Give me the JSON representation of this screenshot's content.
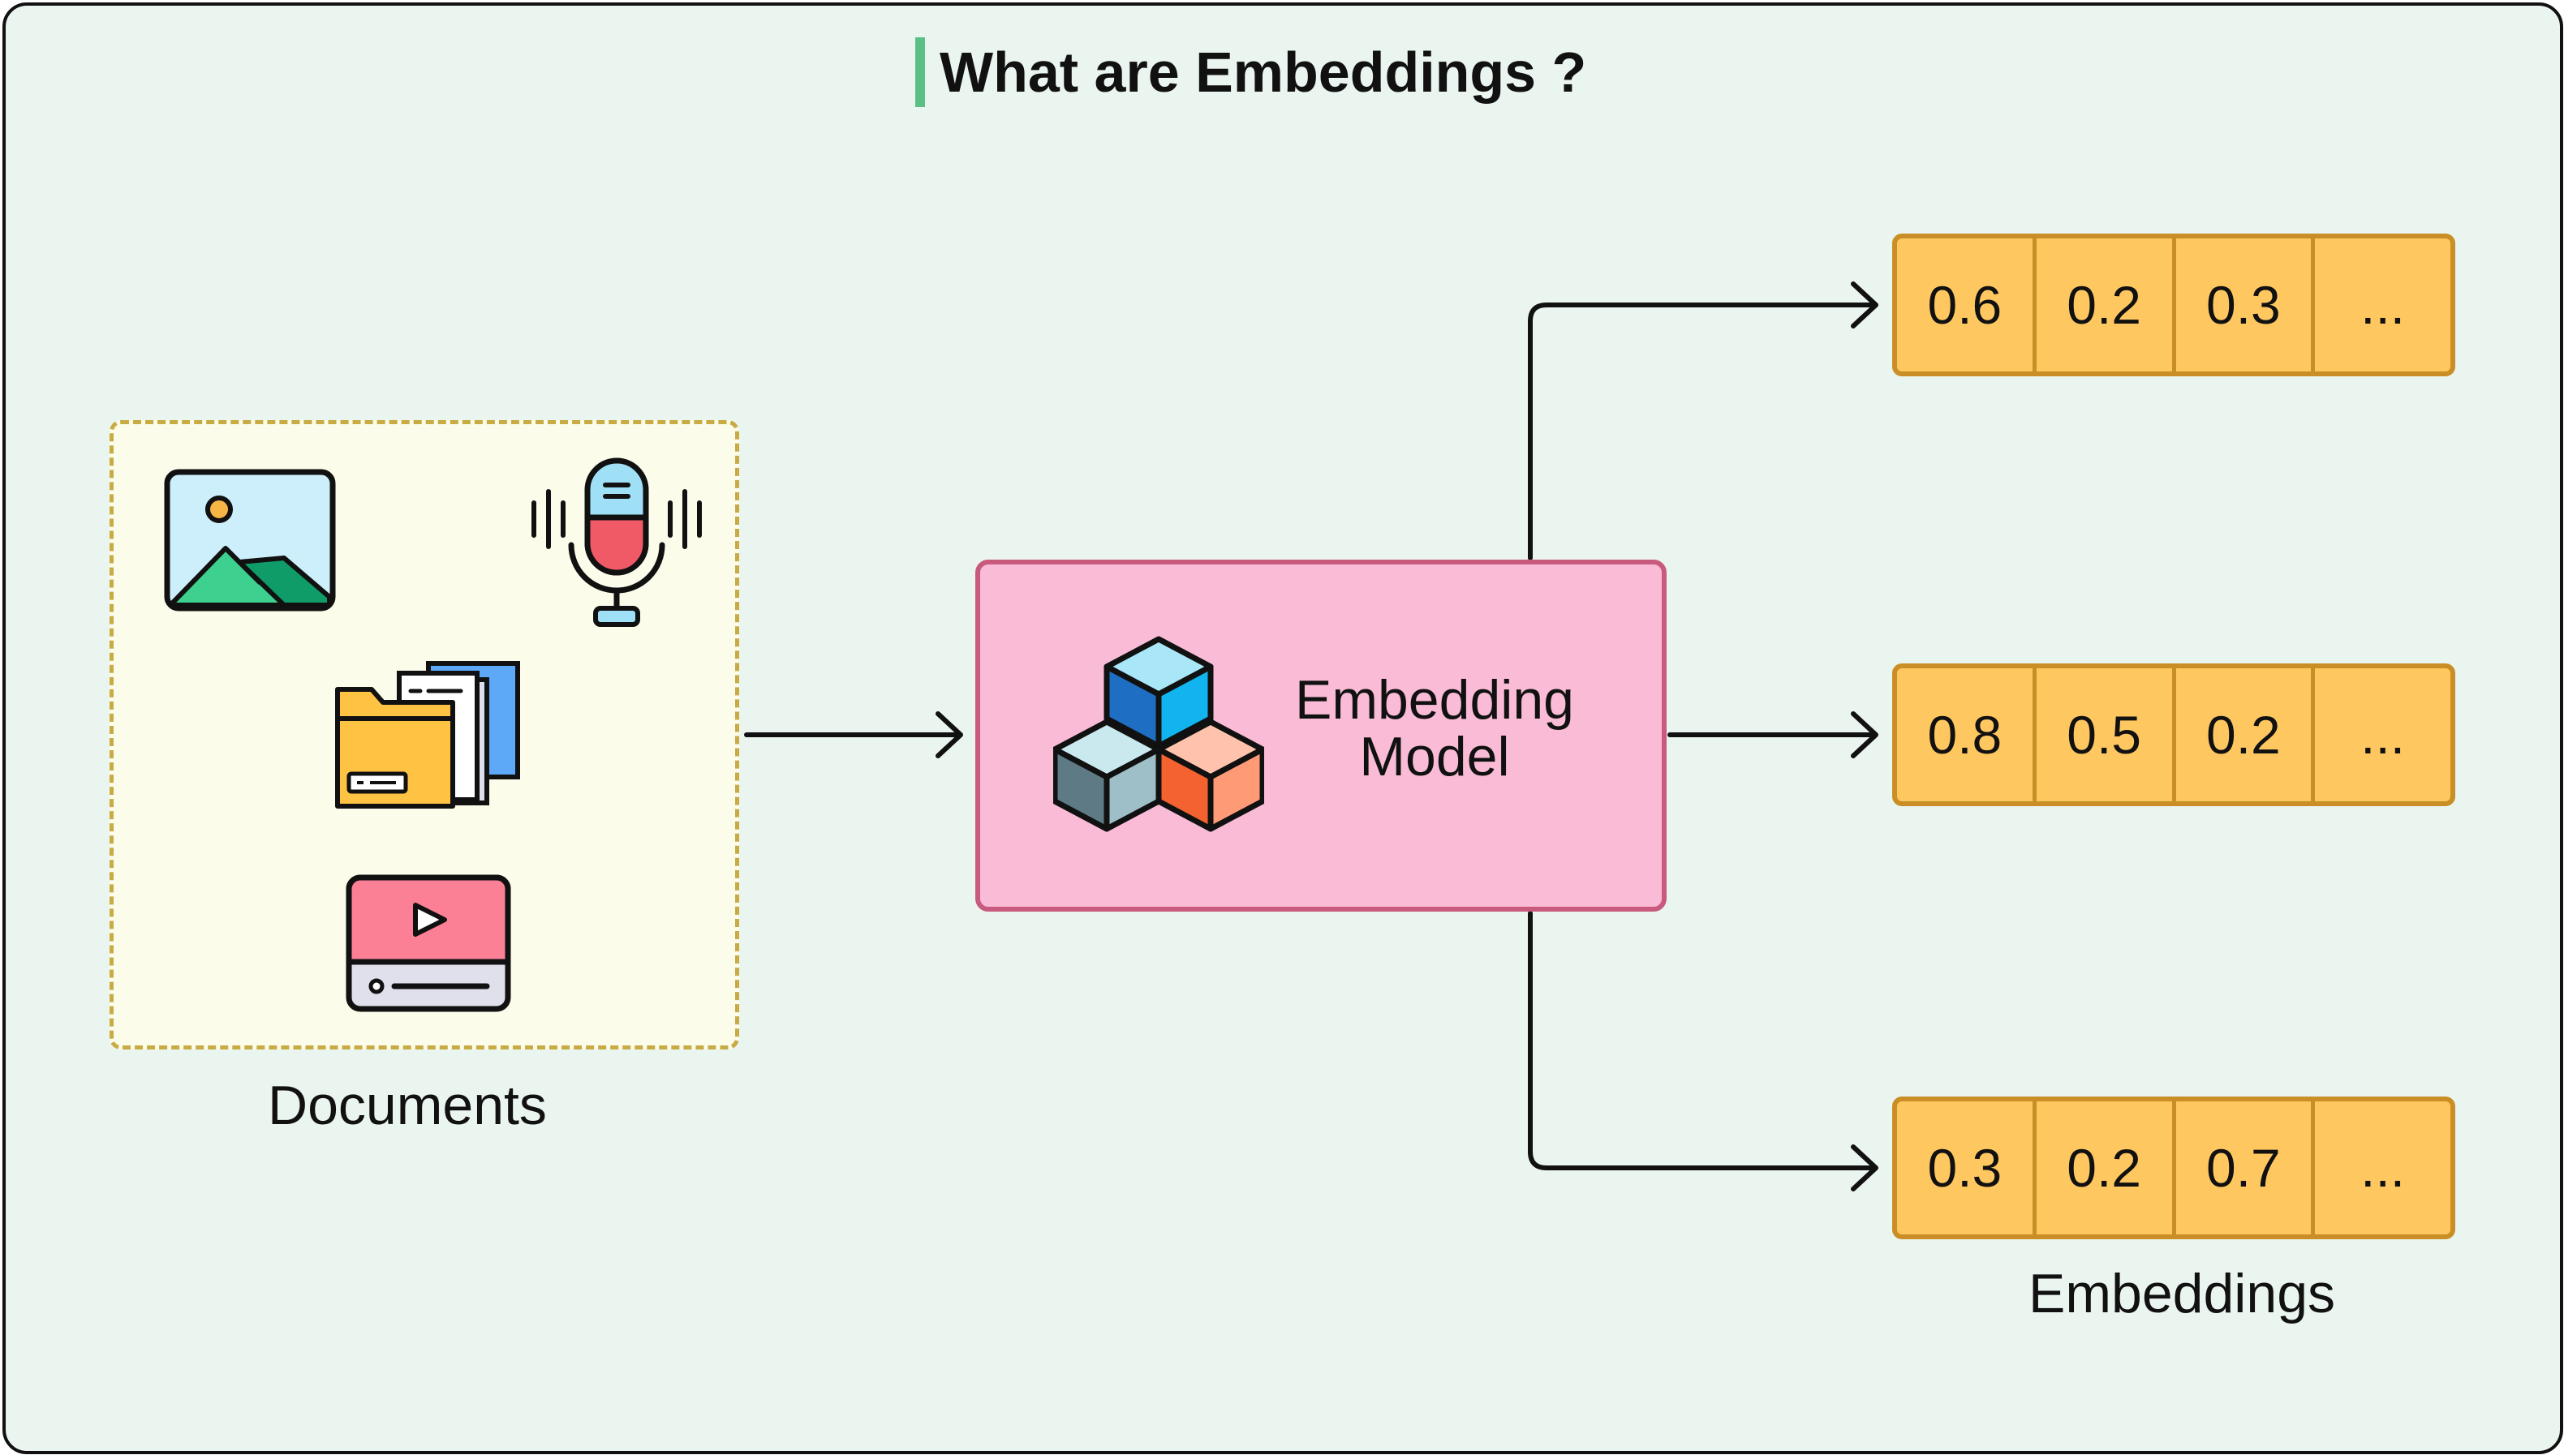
{
  "title": "What are Embeddings ?",
  "documents": {
    "label": "Documents",
    "icons": [
      "image-icon",
      "microphone-icon",
      "folder-icon",
      "video-icon"
    ]
  },
  "model": {
    "line1": "Embedding",
    "line2": "Model",
    "icon": "cubes-icon"
  },
  "embeddings": {
    "label": "Embeddings",
    "vectors": [
      [
        "0.6",
        "0.2",
        "0.3",
        "..."
      ],
      [
        "0.8",
        "0.5",
        "0.2",
        "..."
      ],
      [
        "0.3",
        "0.2",
        "0.7",
        "..."
      ]
    ]
  },
  "colors": {
    "accent": "#5bbf86",
    "documents_fill": "#fcfcea",
    "documents_border": "#c8ab43",
    "model_fill": "#f9bbd6",
    "model_border": "#c85a7e",
    "vector_fill": "#ffc760",
    "vector_border": "#c98e25"
  }
}
